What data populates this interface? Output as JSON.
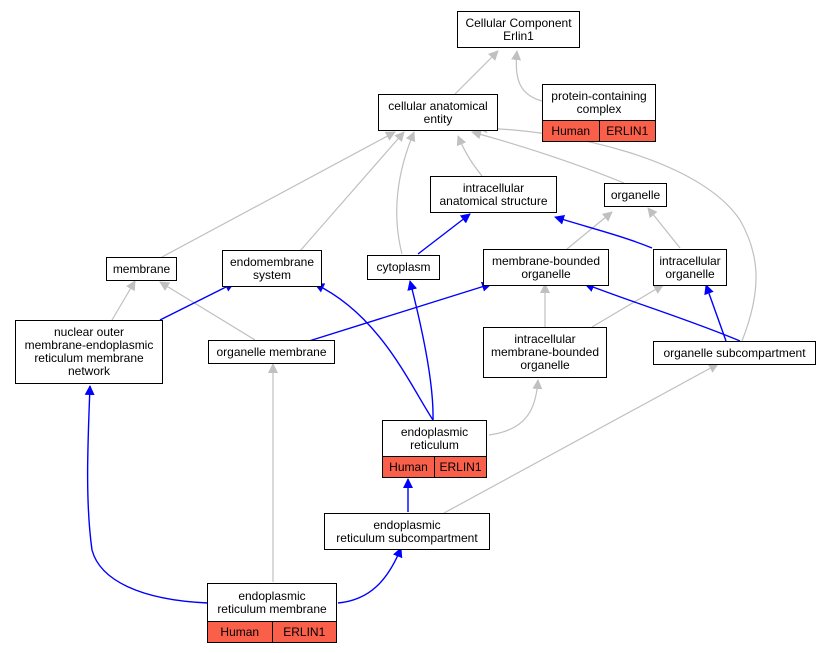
{
  "colors": {
    "is_a_edge": "#c0c0c0",
    "part_of_edge": "#0000ff",
    "annotation_fill": "#f95f49"
  },
  "nodes": {
    "root": {
      "lines": [
        "Cellular Component",
        "Erlin1"
      ]
    },
    "protein_complex": {
      "lines": [
        "protein-containing",
        "complex"
      ],
      "anno": [
        "Human",
        "ERLIN1"
      ]
    },
    "cellular_anatomical_entity": {
      "lines": [
        "cellular anatomical",
        "entity"
      ]
    },
    "intracellular_anatomical_structure": {
      "lines": [
        "intracellular",
        "anatomical structure"
      ]
    },
    "organelle": {
      "lines": [
        "organelle"
      ]
    },
    "membrane": {
      "lines": [
        "membrane"
      ]
    },
    "endomembrane_system": {
      "lines": [
        "endomembrane",
        "system"
      ]
    },
    "cytoplasm": {
      "lines": [
        "cytoplasm"
      ]
    },
    "membrane_bounded_organelle": {
      "lines": [
        "membrane-bounded",
        "organelle"
      ]
    },
    "intracellular_organelle": {
      "lines": [
        "intracellular",
        "organelle"
      ]
    },
    "nuclear_outer_membrane": {
      "lines": [
        "nuclear outer",
        "membrane-endoplasmic",
        "reticulum membrane",
        "network"
      ]
    },
    "organelle_membrane": {
      "lines": [
        "organelle membrane"
      ]
    },
    "intracellular_membrane_bounded_organelle": {
      "lines": [
        "intracellular",
        "membrane-bounded",
        "organelle"
      ]
    },
    "organelle_subcompartment": {
      "lines": [
        "organelle subcompartment"
      ]
    },
    "endoplasmic_reticulum": {
      "lines": [
        "endoplasmic",
        "reticulum"
      ],
      "anno": [
        "Human",
        "ERLIN1"
      ]
    },
    "er_subcompartment": {
      "lines": [
        "endoplasmic",
        "reticulum subcompartment"
      ]
    },
    "er_membrane": {
      "lines": [
        "endoplasmic",
        "reticulum membrane"
      ],
      "anno": [
        "Human",
        "ERLIN1"
      ]
    }
  }
}
